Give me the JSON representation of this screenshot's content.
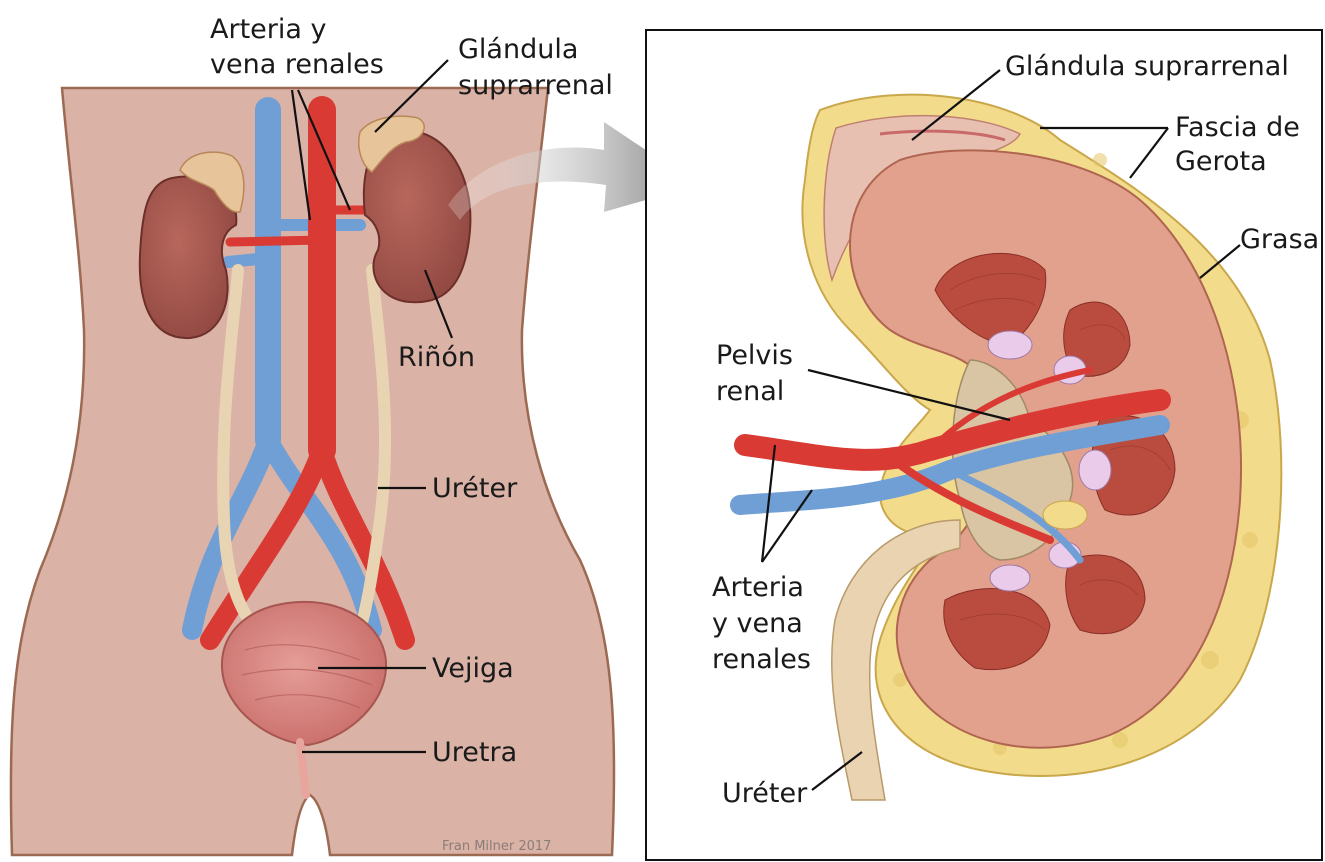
{
  "left_panel": {
    "labels": {
      "renal_vessels_line1": "Arteria y",
      "renal_vessels_line2": "vena renales",
      "adrenal_line1": "Glándula",
      "adrenal_line2": "suprarrenal",
      "kidney": "Riñón",
      "ureter": "Uréter",
      "bladder": "Vejiga",
      "urethra": "Uretra"
    },
    "credit": "Fran Milner 2017"
  },
  "right_panel": {
    "labels": {
      "adrenal": "Glándula suprarrenal",
      "gerota_line1": "Fascia de",
      "gerota_line2": "Gerota",
      "fat": "Grasa",
      "pelvis_line1": "Pelvis",
      "pelvis_line2": "renal",
      "vessels_line1": "Arteria",
      "vessels_line2": "y vena",
      "vessels_line3": "renales",
      "ureter": "Uréter"
    }
  },
  "colors": {
    "skin": "#dbb2a6",
    "skin_outline": "#9c6a52",
    "kidney": "#a4564d",
    "artery": "#d93a34",
    "vein": "#6f9fd4",
    "ureter": "#e8d4b2",
    "adrenal": "#e8c49a",
    "fat": "#f2dc8c",
    "cortex": "#e2a18d"
  }
}
